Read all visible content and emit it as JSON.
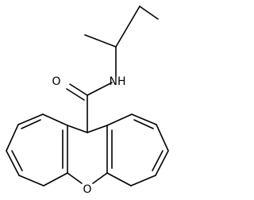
{
  "structure": {
    "atom_labels": {
      "oxygen_carbonyl": "O",
      "nitrogen_amide": "NH",
      "oxygen_ring": "O"
    },
    "colors": {
      "bond": "#000000",
      "label": "#000000",
      "background": "#ffffff"
    }
  }
}
